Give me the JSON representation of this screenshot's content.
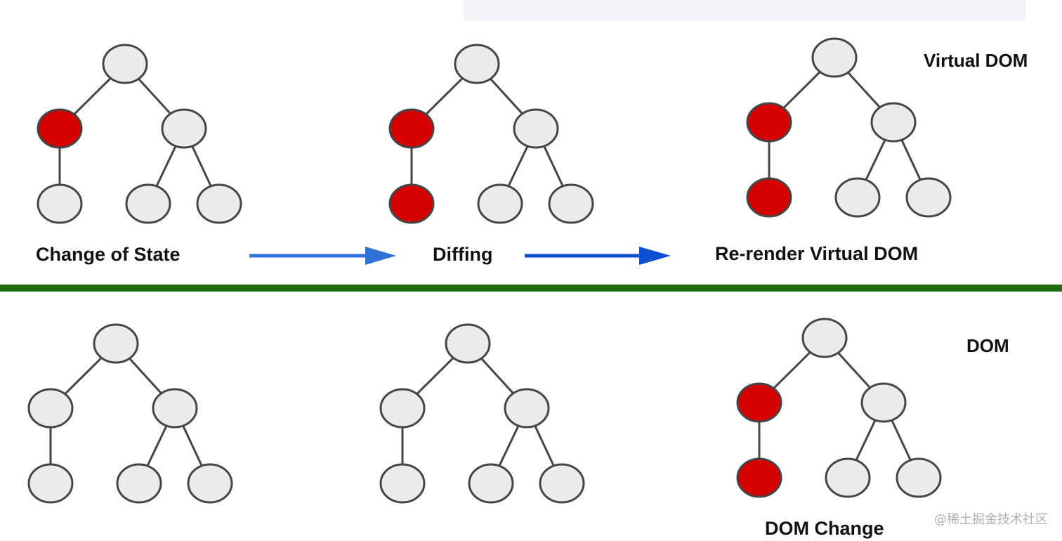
{
  "colors": {
    "node_default": "#ebebeb",
    "node_changed": "#d60000",
    "node_stroke": "#454545",
    "edge": "#454545",
    "divider": "#1f6b10",
    "arrow_1": "#2f72d8",
    "arrow_2": "#0d4fd0",
    "text": "#111111",
    "watermark": "#b0b0b0"
  },
  "icons": {
    "arrow_1": "right-arrow-icon",
    "arrow_2": "right-arrow-icon"
  },
  "sections": {
    "virtual_dom_label": "Virtual DOM",
    "dom_label": "DOM"
  },
  "steps": {
    "change_of_state": "Change of State",
    "diffing": "Diffing",
    "rerender": "Re-render Virtual DOM",
    "dom_change": "DOM Change"
  },
  "watermark": "@稀土掘金技术社区",
  "trees": [
    {
      "id": "vdom-change-of-state",
      "changed": [
        "left"
      ]
    },
    {
      "id": "vdom-diffing",
      "changed": [
        "left",
        "left-child"
      ]
    },
    {
      "id": "vdom-rerender",
      "changed": [
        "left",
        "left-child"
      ]
    },
    {
      "id": "dom-before",
      "changed": []
    },
    {
      "id": "dom-diffing",
      "changed": []
    },
    {
      "id": "dom-change",
      "changed": [
        "left",
        "left-child"
      ]
    }
  ]
}
